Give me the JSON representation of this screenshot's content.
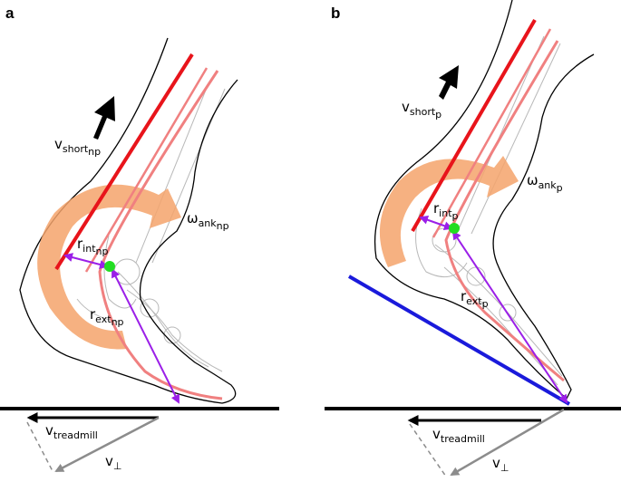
{
  "panels": [
    {
      "letter": "a",
      "v_short": {
        "main": "v",
        "sub": "short",
        "subsub": "np"
      },
      "omega_ank": {
        "main": "ω",
        "sub": "ank",
        "subsub": "np"
      },
      "r_int": {
        "main": "r",
        "sub": "int",
        "subsub": "np"
      },
      "r_ext": {
        "main": "r",
        "sub": "ext",
        "subsub": "np"
      },
      "v_treadmill": {
        "main": "v",
        "sub": "treadmill"
      },
      "v_perp": {
        "main": "v",
        "sub": "⊥"
      }
    },
    {
      "letter": "b",
      "v_short": {
        "main": "v",
        "sub": "short",
        "subsub": "p"
      },
      "omega_ank": {
        "main": "ω",
        "sub": "ank",
        "subsub": "p"
      },
      "r_int": {
        "main": "r",
        "sub": "int",
        "subsub": "p"
      },
      "r_ext": {
        "main": "r",
        "sub": "ext",
        "subsub": "p"
      },
      "v_treadmill": {
        "main": "v",
        "sub": "treadmill"
      },
      "v_perp": {
        "main": "v",
        "sub": "⊥"
      }
    }
  ],
  "colors": {
    "muscle_line": "#e8141b",
    "muscle_light": "#f08080",
    "moment_arm": "#9b1fe8",
    "ankle_joint": "#22dd22",
    "rotation_arrow": "#f5a36b",
    "ground_reaction": "#1a1adb",
    "outline": "#000000",
    "bones": "#b8b8b8",
    "velocity_gray": "#8c8c8c"
  }
}
